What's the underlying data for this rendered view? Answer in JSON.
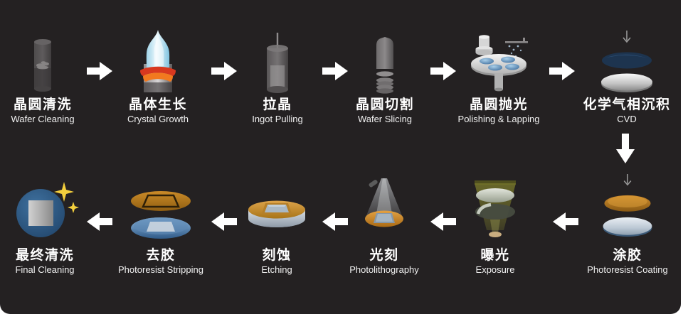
{
  "page": {
    "background": "#ffffff",
    "panel_background": "#242122",
    "text_color": "#ffffff"
  },
  "flow": {
    "top_row": [
      {
        "zh": "晶圆清洗",
        "en": "Wafer Cleaning",
        "icon": "wafer-cleaning-icon"
      },
      {
        "zh": "晶体生长",
        "en": "Crystal Growth",
        "icon": "crystal-growth-icon"
      },
      {
        "zh": "拉晶",
        "en": "Ingot Pulling",
        "icon": "ingot-pulling-icon"
      },
      {
        "zh": "晶圆切割",
        "en": "Wafer Slicing",
        "icon": "wafer-slicing-icon"
      },
      {
        "zh": "晶圆抛光",
        "en": "Polishing & Lapping",
        "icon": "polishing-lapping-icon"
      },
      {
        "zh": "化学气相沉积",
        "en": "CVD",
        "icon": "cvd-icon"
      }
    ],
    "bottom_row": [
      {
        "zh": "最终清洗",
        "en": "Final Cleaning",
        "icon": "final-cleaning-icon"
      },
      {
        "zh": "去胶",
        "en": "Photoresist Stripping",
        "icon": "photoresist-stripping-icon"
      },
      {
        "zh": "刻蚀",
        "en": "Etching",
        "icon": "etching-icon"
      },
      {
        "zh": "光刻",
        "en": "Photolithography",
        "icon": "photolithography-icon"
      },
      {
        "zh": "曝光",
        "en": "Exposure",
        "icon": "exposure-icon"
      },
      {
        "zh": "涂胶",
        "en": "Photoresist Coating",
        "icon": "photoresist-coating-icon"
      }
    ],
    "top_row_direction": "left-to-right",
    "bottom_row_direction": "right-to-left"
  },
  "palette": {
    "arrow_white": "#ffffff",
    "thin_arrow_gray": "#9a9a9a",
    "crystal_blue": "#bfe4f2",
    "coil_red": "#d8381f",
    "coil_orange": "#f2791f",
    "wafer_blue": "#3f6f9f",
    "resist_orange": "#c8862a",
    "cvd_navy": "#1d344f",
    "disc_silver": "#c2c2c2",
    "exposure_olive": "#7a7a28",
    "sparkle_yellow": "#f3cf3d",
    "final_clean_blue": "#2f5d8e"
  }
}
